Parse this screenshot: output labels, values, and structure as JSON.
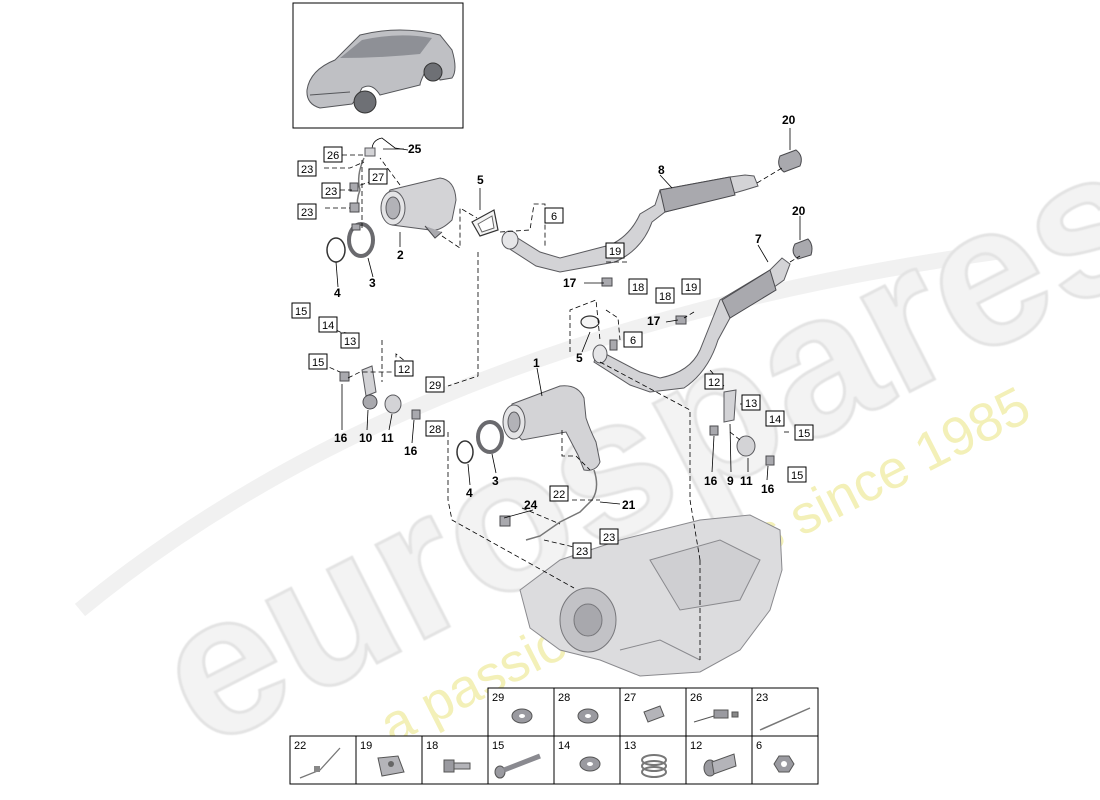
{
  "watermark": {
    "brand": "eurospares",
    "tagline": "a passion for parts since 1985"
  },
  "callouts": {
    "bold": [
      {
        "id": "b25",
        "text": "25"
      },
      {
        "id": "b5a",
        "text": "5"
      },
      {
        "id": "b8",
        "text": "8"
      },
      {
        "id": "b20a",
        "text": "20"
      },
      {
        "id": "b20b",
        "text": "20"
      },
      {
        "id": "b7",
        "text": "7"
      },
      {
        "id": "b2",
        "text": "2"
      },
      {
        "id": "b3a",
        "text": "3"
      },
      {
        "id": "b4a",
        "text": "4"
      },
      {
        "id": "b17a",
        "text": "17"
      },
      {
        "id": "b17b",
        "text": "17"
      },
      {
        "id": "b5b",
        "text": "5"
      },
      {
        "id": "b1",
        "text": "1"
      },
      {
        "id": "b16a",
        "text": "16"
      },
      {
        "id": "b10",
        "text": "10"
      },
      {
        "id": "b11a",
        "text": "11"
      },
      {
        "id": "b16b",
        "text": "16"
      },
      {
        "id": "b4b",
        "text": "4"
      },
      {
        "id": "b3b",
        "text": "3"
      },
      {
        "id": "b24",
        "text": "24"
      },
      {
        "id": "b21",
        "text": "21"
      },
      {
        "id": "b16c",
        "text": "16"
      },
      {
        "id": "b9",
        "text": "9"
      },
      {
        "id": "b11b",
        "text": "11"
      },
      {
        "id": "b16d",
        "text": "16"
      }
    ],
    "boxed": [
      {
        "id": "x26",
        "text": "26"
      },
      {
        "id": "x23a",
        "text": "23"
      },
      {
        "id": "x27",
        "text": "27"
      },
      {
        "id": "x23b",
        "text": "23"
      },
      {
        "id": "x23c",
        "text": "23"
      },
      {
        "id": "x6a",
        "text": "6"
      },
      {
        "id": "x19a",
        "text": "19"
      },
      {
        "id": "x18a",
        "text": "18"
      },
      {
        "id": "x18b",
        "text": "18"
      },
      {
        "id": "x19b",
        "text": "19"
      },
      {
        "id": "x6b",
        "text": "6"
      },
      {
        "id": "x15a",
        "text": "15"
      },
      {
        "id": "x14a",
        "text": "14"
      },
      {
        "id": "x13a",
        "text": "13"
      },
      {
        "id": "x15b",
        "text": "15"
      },
      {
        "id": "x12a",
        "text": "12"
      },
      {
        "id": "x29",
        "text": "29"
      },
      {
        "id": "x28",
        "text": "28"
      },
      {
        "id": "x12b",
        "text": "12"
      },
      {
        "id": "x13b",
        "text": "13"
      },
      {
        "id": "x14b",
        "text": "14"
      },
      {
        "id": "x15c",
        "text": "15"
      },
      {
        "id": "x15d",
        "text": "15"
      },
      {
        "id": "x22",
        "text": "22"
      },
      {
        "id": "x23d",
        "text": "23"
      },
      {
        "id": "x23e",
        "text": "23"
      }
    ]
  },
  "parts_table": {
    "row1": [
      "29",
      "28",
      "27",
      "26",
      "23"
    ],
    "row2": [
      "22",
      "19",
      "18",
      "15",
      "14",
      "13",
      "12",
      "6"
    ]
  }
}
